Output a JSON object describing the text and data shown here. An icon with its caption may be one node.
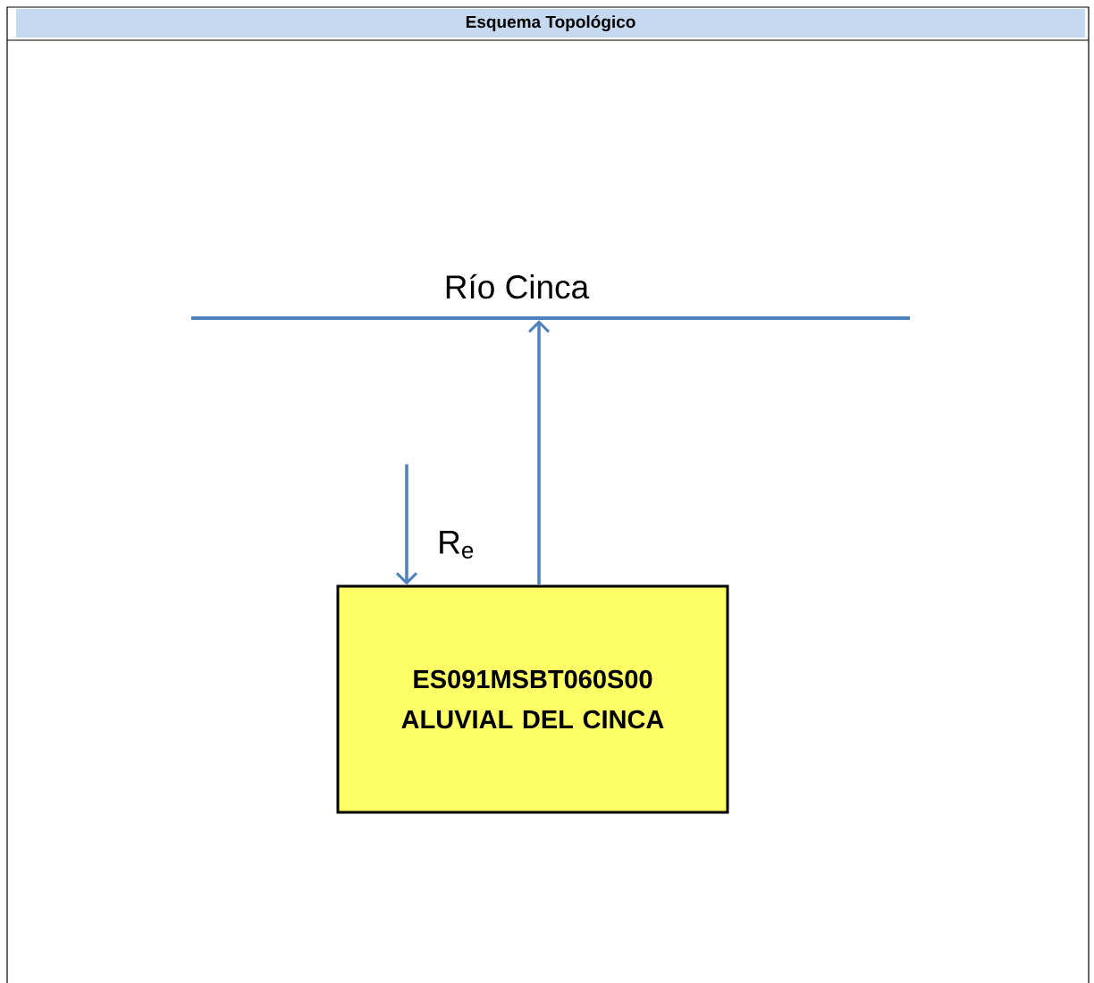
{
  "diagram": {
    "title": "Esquema Topológico",
    "nodes": [
      {
        "text": [
          "ES091MSBT060S00 ALUVIAL DEL CINCA"
        ]
      },
      {
        "text": [
          "Río Cinca"
        ]
      }
    ],
    "edges": [
      {
        "from": null,
        "to": 0,
        "arrow": "to",
        "label": "R$_{e}$"
      },
      {
        "from": 0,
        "to": 1,
        "arrow": "to"
      }
    ]
  }
}
